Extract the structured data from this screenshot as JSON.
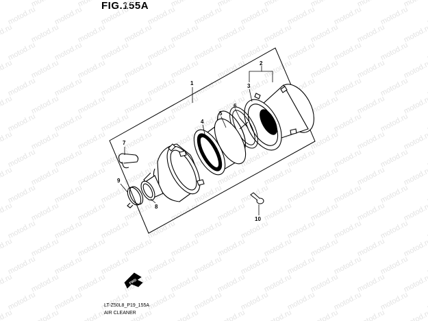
{
  "figure": {
    "title": "FIG.155A",
    "code": "LT-Z50L8_P19_155A",
    "name": "AIR CLEANER"
  },
  "watermark": "motod.ru",
  "callouts": [
    "1",
    "2",
    "3",
    "4",
    "5",
    "6",
    "7",
    "8",
    "9",
    "10"
  ],
  "direction_badge": "FWD",
  "colors": {
    "ink": "#000000",
    "paper": "#ffffff",
    "watermark": "#e3e3e3"
  }
}
